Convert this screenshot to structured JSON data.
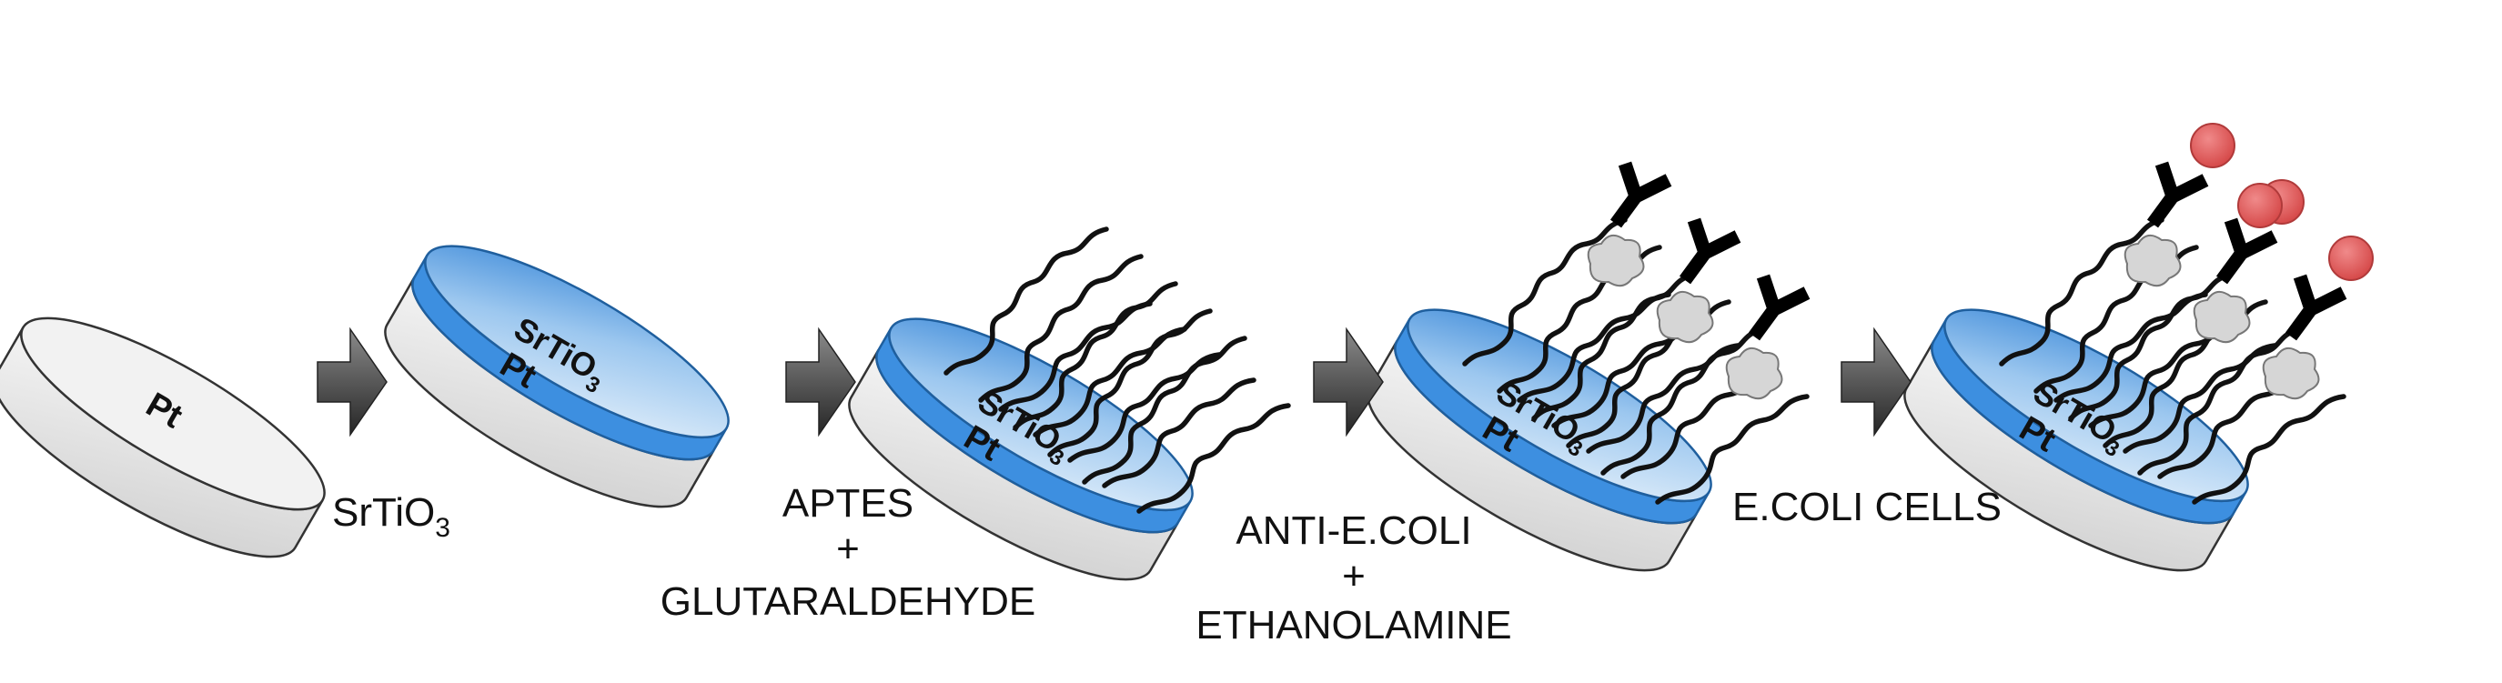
{
  "diagram": {
    "stages": [
      {
        "layers": [
          "Pt"
        ],
        "chains": false,
        "antibodies": false,
        "bacteria": false
      },
      {
        "layers": [
          "Pt",
          "SrTiO",
          "3"
        ],
        "chains": false,
        "antibodies": false,
        "bacteria": false
      },
      {
        "layers": [
          "Pt",
          "SrTiO",
          "3"
        ],
        "chains": true,
        "antibodies": false,
        "bacteria": false
      },
      {
        "layers": [
          "Pt",
          "SrTiO",
          "3"
        ],
        "chains": true,
        "antibodies": true,
        "bacteria": false
      },
      {
        "layers": [
          "Pt",
          "SrTiO",
          "3"
        ],
        "chains": true,
        "antibodies": true,
        "bacteria": true
      }
    ],
    "steps": [
      {
        "lines": [
          "SrTiO",
          "3"
        ]
      },
      {
        "lines": [
          "APTES",
          "+",
          "GLUTARALDEHYDE"
        ]
      },
      {
        "lines": [
          "ANTI-E.COLI",
          "+",
          "ETHANOLAMINE"
        ]
      },
      {
        "lines": [
          "E.COLI CELLS"
        ]
      }
    ],
    "colors": {
      "pt_fill": "#e6e6e6",
      "srtio3_fill": "#3d8fe0",
      "srtio3_light": "#cfe4f8",
      "arrow_dark": "#2b2b2b",
      "arrow_light": "#9a9a9a",
      "bacteria": "#e25c5c",
      "blocker": "#d6d6d6"
    }
  }
}
